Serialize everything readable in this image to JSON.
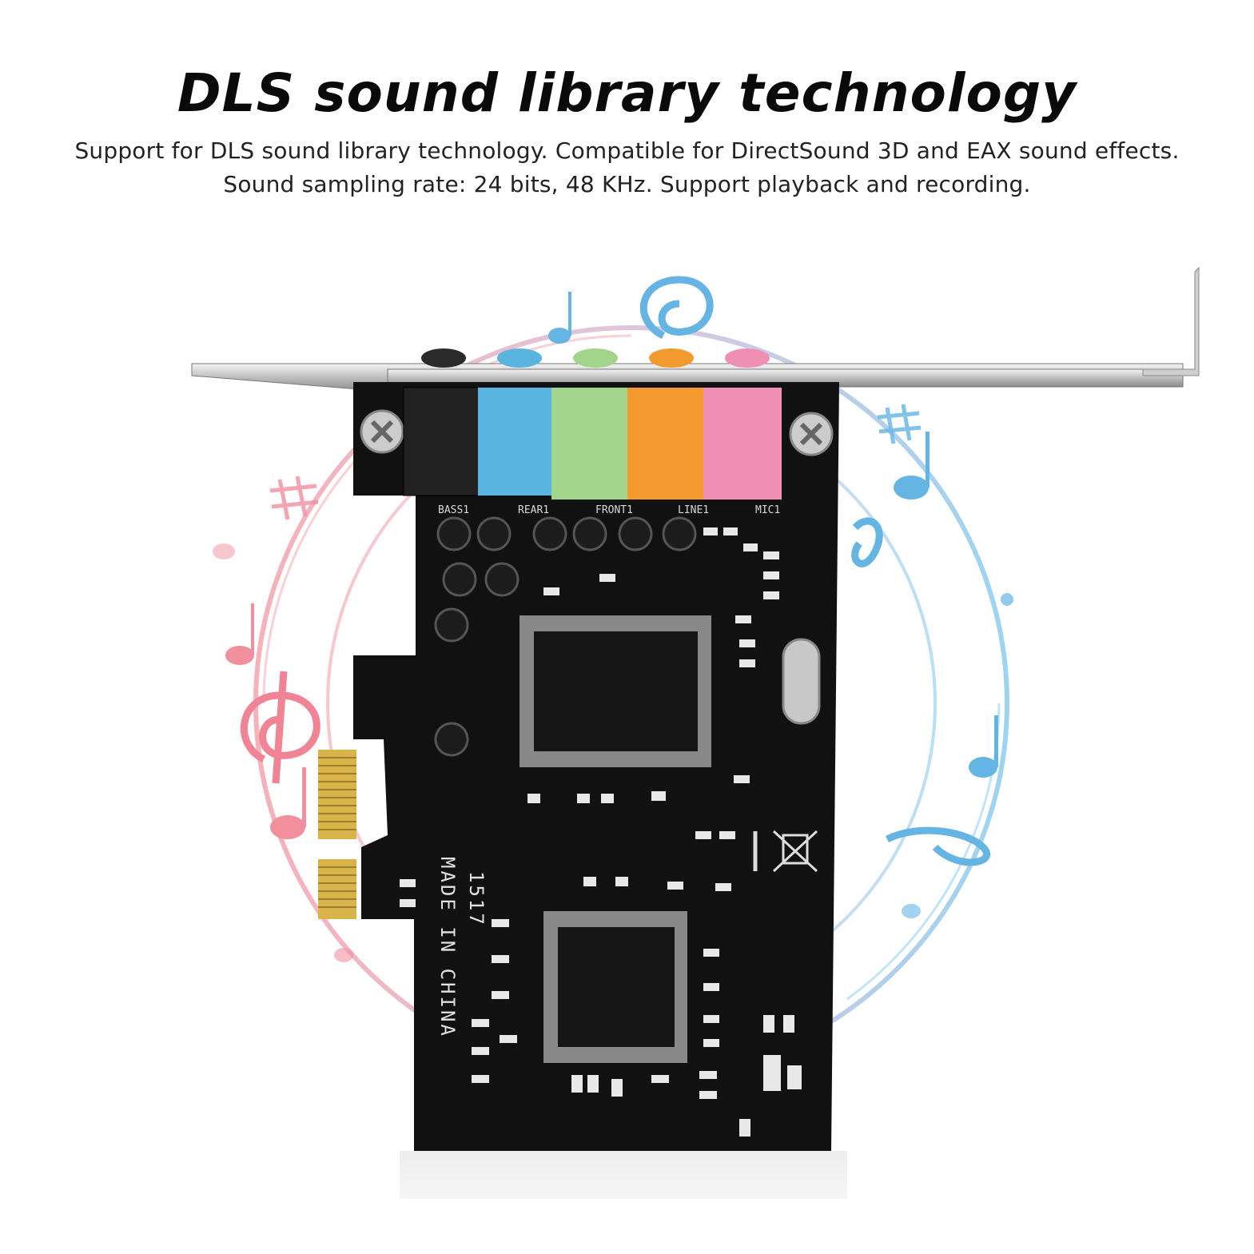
{
  "heading": {
    "title": "DLS sound library technology",
    "line1": "Support for DLS sound library technology. Compatible for DirectSound 3D and EAX sound effects.",
    "line2": "Sound sampling rate: 24 bits, 48 KHz. Support playback and recording."
  },
  "board": {
    "jack_labels": [
      "BASS1",
      "REAR1",
      "FRONT1",
      "LINE1",
      "MIC1"
    ],
    "marking": "MADE IN CHINA",
    "code": "1517",
    "jack_colors": [
      "#2b2b2b",
      "#5ab4e0",
      "#a3d48c",
      "#f39a2e",
      "#ef8fb4"
    ],
    "pcb_color": "#111111",
    "gold_color": "#d9b44a"
  },
  "icons": [
    "music-note-icon",
    "treble-clef-icon",
    "sharp-icon",
    "weee-bin-icon",
    "screw-icon"
  ]
}
